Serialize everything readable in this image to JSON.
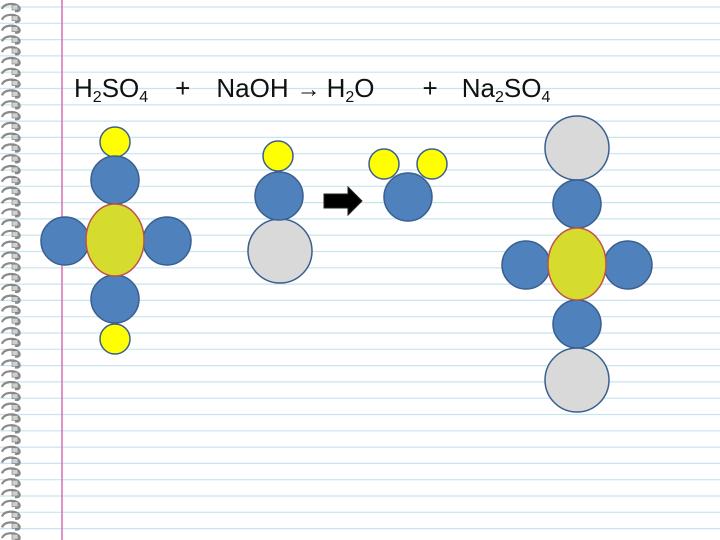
{
  "equation": {
    "reactant_1": {
      "base": "H",
      "sub1": "2",
      "mid": "SO",
      "sub2": "4"
    },
    "plus_1": "+",
    "reactant_2": "NaOH",
    "arrow": "→",
    "product_1": {
      "base": "H",
      "sub": "2",
      "tail": "O"
    },
    "plus_2": "+",
    "product_2": {
      "base": "Na",
      "sub1": "2",
      "mid": "SO",
      "sub2": "4"
    }
  },
  "colors": {
    "background": "#ffffff",
    "ruled_line": "#c8e4f0",
    "margin_line": "#d86fb0",
    "spiral_ring": "#8a8a8a",
    "hydrogen": "#ffff00",
    "oxygen": "#4f81bd",
    "sulfur": "#d6dc2e",
    "sulfur_outline": "#c0504d",
    "sodium": "#d9d9d9",
    "atom_outline": "#3a5f8f",
    "reaction_arrow": "#000000"
  },
  "diagram": {
    "icons": [
      "sulfuric-acid-molecule-icon",
      "sodium-hydroxide-molecule-icon",
      "reaction-arrow-icon",
      "water-molecule-icon",
      "sodium-sulfate-molecule-icon"
    ]
  }
}
